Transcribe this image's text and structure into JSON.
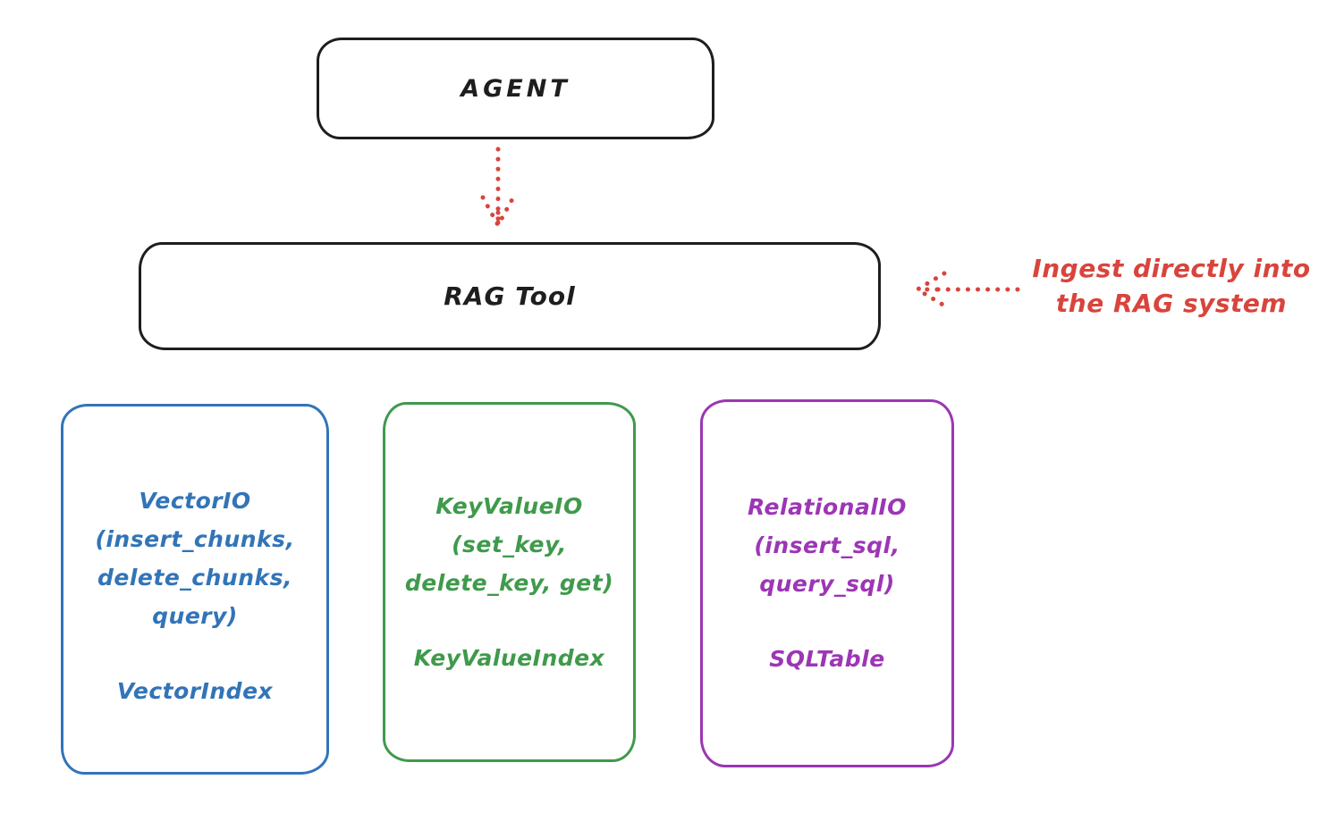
{
  "colors": {
    "ink": "#1e1e1e",
    "red": "#d9443c",
    "blue": "#3274b8",
    "green": "#3f9a4c",
    "purple": "#9c36b5",
    "bg": "#ffffff"
  },
  "agent": {
    "label": "AGENT"
  },
  "rag_tool": {
    "label": "RAG Tool"
  },
  "annotation": {
    "line1": "Ingest directly into",
    "line2": "the RAG system"
  },
  "io_boxes": [
    {
      "id": "vector-io",
      "color": "#3274b8",
      "lines": [
        "VectorIO",
        "(insert_chunks,",
        "delete_chunks,",
        "query)"
      ],
      "index_label": "VectorIndex"
    },
    {
      "id": "keyvalue-io",
      "color": "#3f9a4c",
      "lines": [
        "KeyValueIO",
        "(set_key,",
        "delete_key, get)"
      ],
      "index_label": "KeyValueIndex"
    },
    {
      "id": "relational-io",
      "color": "#9c36b5",
      "lines": [
        "RelationalIO",
        "(insert_sql,",
        "query_sql)"
      ],
      "index_label": "SQLTable"
    }
  ]
}
